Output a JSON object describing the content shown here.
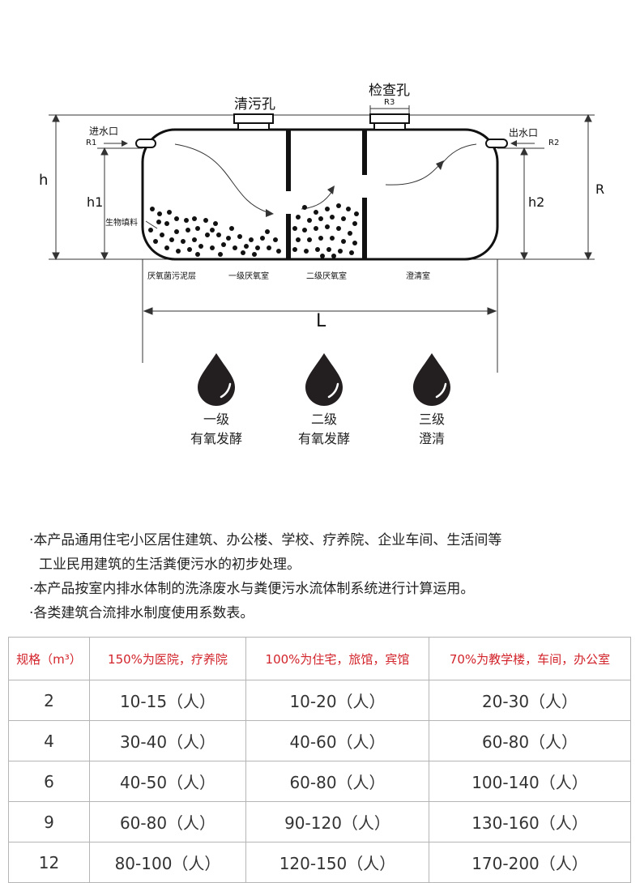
{
  "diagram": {
    "clean_hole": "清污孔",
    "inspect_hole": "检查孔",
    "r3": "R3",
    "inlet": "进水口",
    "outlet": "出水口",
    "r1": "R1",
    "r2": "R2",
    "h": "h",
    "h1": "h1",
    "h2": "h2",
    "r": "R",
    "bio_filler": "生物填料",
    "sludge_layer": "厌氧菌污泥层",
    "chamber1": "一级厌氧室",
    "chamber2": "二级厌氧室",
    "chamber3": "澄清室",
    "length": "L"
  },
  "stages": [
    {
      "line1": "一级",
      "line2": "有氧发酵"
    },
    {
      "line1": "二级",
      "line2": "有氧发酵"
    },
    {
      "line1": "三级",
      "line2": "澄清"
    }
  ],
  "bullets": [
    "·本产品通用住宅小区居住建筑、办公楼、学校、疗养院、企业车间、生活间等",
    "工业民用建筑的生活粪便污水的初步处理。",
    "·本产品按室内排水体制的洗涤废水与粪便污水流体制系统进行计算运用。",
    "·各类建筑合流排水制度使用系数表。"
  ],
  "table": {
    "headers": [
      "规格（m³）",
      "150%为医院，疗养院",
      "100%为住宅，旅馆，宾馆",
      "70%为教学楼，车间，办公室"
    ],
    "rows": [
      [
        "2",
        "10-15（人）",
        "10-20（人）",
        "20-30（人）"
      ],
      [
        "4",
        "30-40（人）",
        "40-60（人）",
        "60-80（人）"
      ],
      [
        "6",
        "40-50（人）",
        "60-80（人）",
        "100-140（人）"
      ],
      [
        "9",
        "60-80（人）",
        "90-120（人）",
        "130-160（人）"
      ],
      [
        "12",
        "80-100（人）",
        "120-150（人）",
        "170-200（人）"
      ]
    ]
  }
}
